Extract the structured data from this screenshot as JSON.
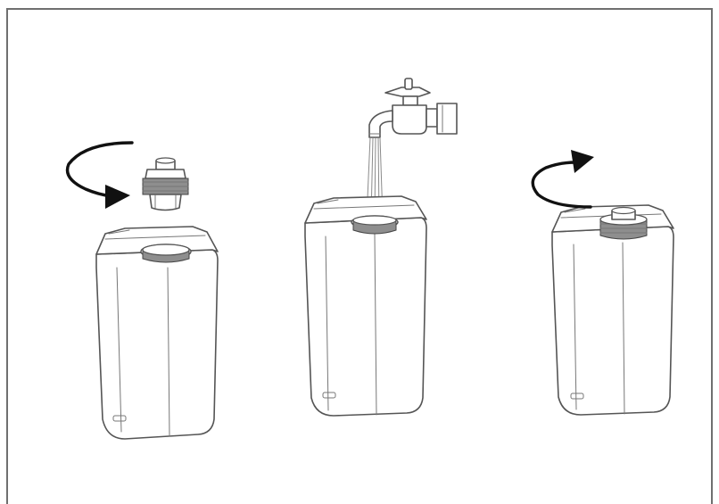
{
  "steps": [
    {
      "id": "step-1",
      "action": "unscrew-cap",
      "arrow_direction": "counterclockwise"
    },
    {
      "id": "step-2",
      "action": "fill-from-tap"
    },
    {
      "id": "step-3",
      "action": "screw-cap",
      "arrow_direction": "clockwise"
    }
  ],
  "colors": {
    "line": "#555555",
    "arrow": "#111111",
    "frame": "#6f6f6f",
    "background": "#ffffff"
  }
}
